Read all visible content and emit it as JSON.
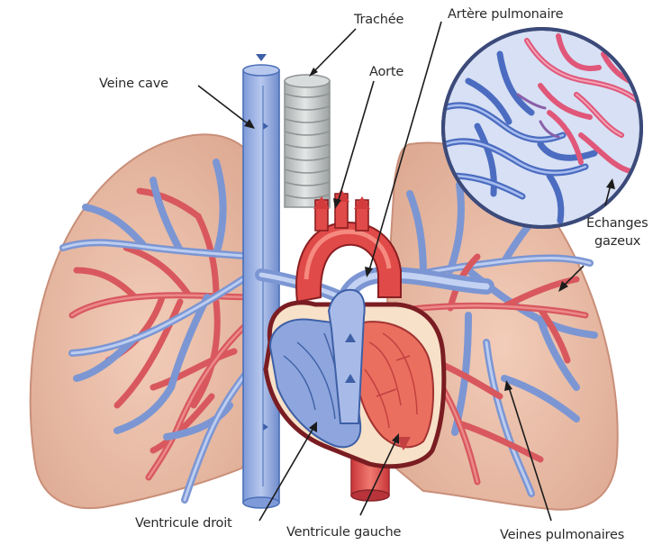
{
  "diagram": {
    "labels": {
      "trachee": "Trachée",
      "artere_pulmonaire": "Artère pulmonaire",
      "veine_cave": "Veine cave",
      "aorte": "Aorte",
      "echanges_line1": "Echanges",
      "echanges_line2": "gazeux",
      "ventricule_droit": "Ventricule droit",
      "ventricule_gauche": "Ventricule gauche",
      "veines_pulmonaires": "Veines pulmonaires"
    },
    "colors": {
      "lung_fill": "#e7b9a3",
      "lung_edge": "#c98f79",
      "vein_blue": "#9db5e4",
      "vein_blue_dark": "#4a6fb8",
      "artery_red": "#d8585e",
      "artery_red_light": "#ec8a8a",
      "heart_red": "#e44a44",
      "trachea_gray": "#c9cccc"
    }
  }
}
